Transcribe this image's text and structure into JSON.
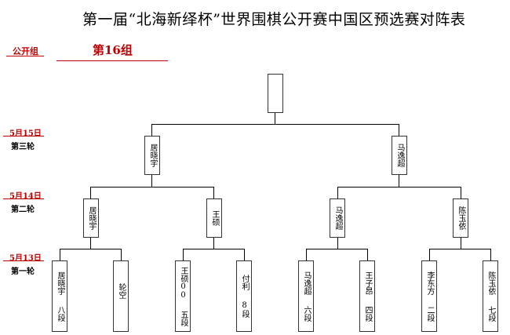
{
  "title": "第一届“北海新绎杯”世界围棋公开赛中国区预选赛对阵表",
  "group_label": "公开组",
  "group_name": "第16组",
  "rounds": [
    {
      "date": "5月15日",
      "name": "第三轮"
    },
    {
      "date": "5月14日",
      "name": "第二轮"
    },
    {
      "date": "5月13日",
      "name": "第一轮"
    }
  ],
  "winner": "",
  "round3": [
    "居晓宇",
    "马逸超"
  ],
  "round2": [
    "居晓宇",
    "王硕",
    "马逸超",
    "陈玉依"
  ],
  "round1": [
    {
      "name": "居晓宇",
      "rank": "八段"
    },
    {
      "name": "轮空",
      "rank": ""
    },
    {
      "name": "王硕00",
      "rank": "五段"
    },
    {
      "name": "付利",
      "rank": "8段"
    },
    {
      "name": "马逸超",
      "rank": "六段"
    },
    {
      "name": "王子昂",
      "rank": "四段"
    },
    {
      "name": "李东方",
      "rank": "二段"
    },
    {
      "name": "陈玉依",
      "rank": "七段"
    }
  ]
}
